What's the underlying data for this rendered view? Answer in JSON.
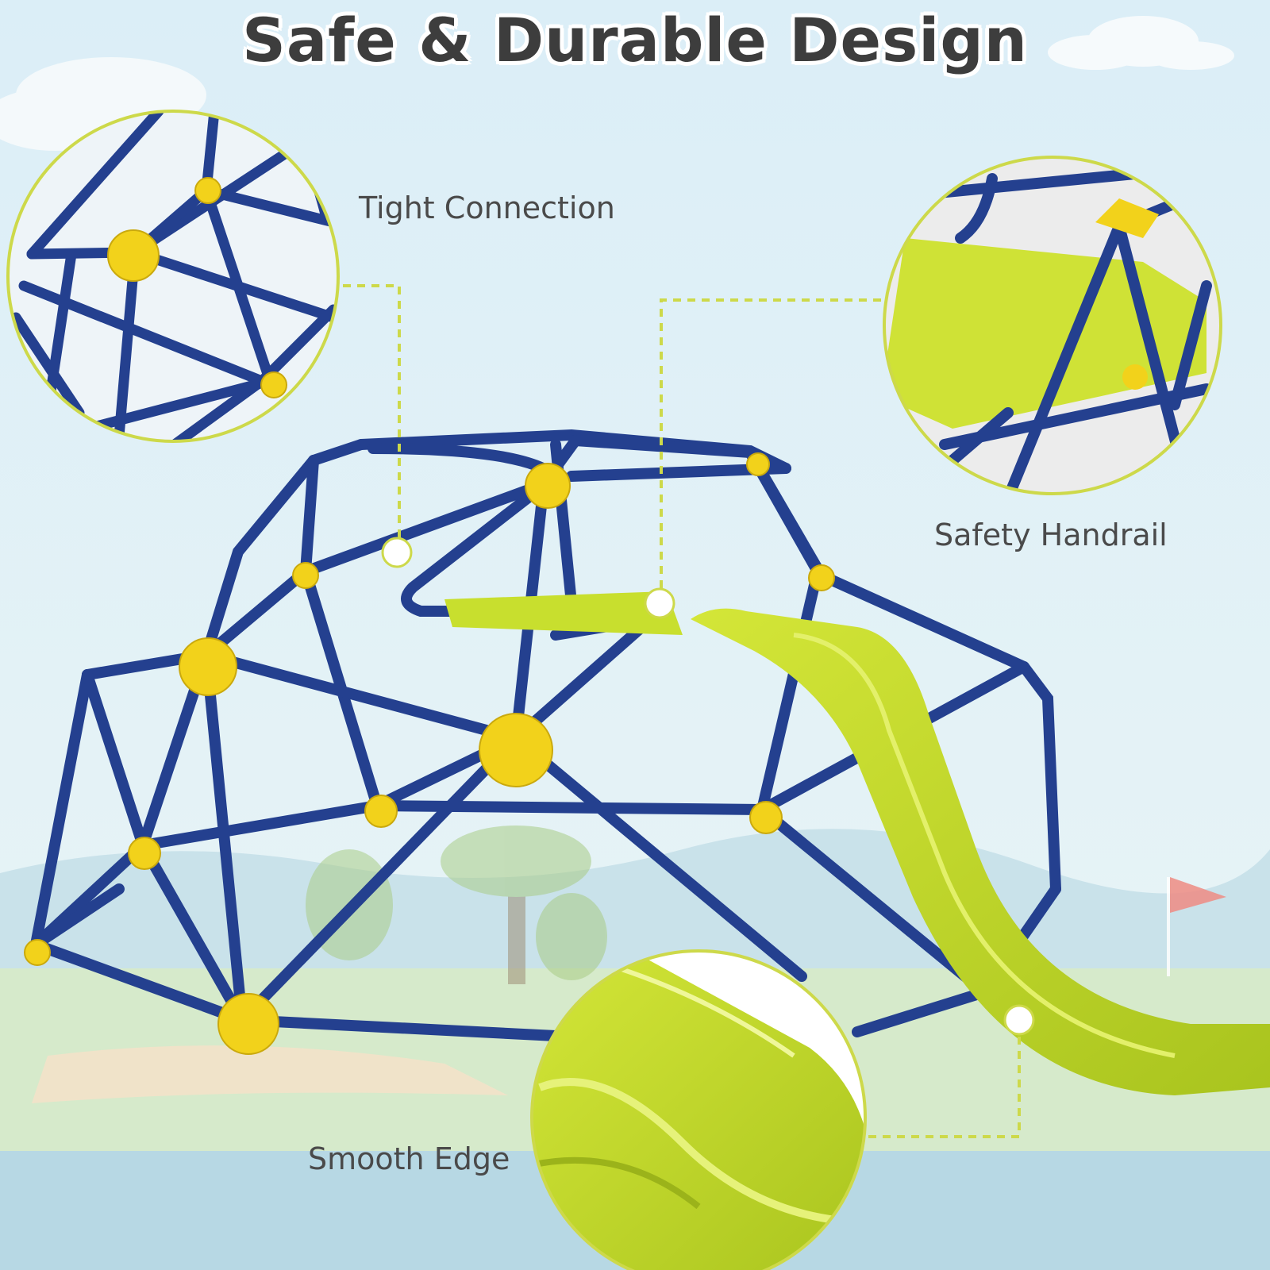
{
  "heading": "Safe & Durable Design",
  "callouts": [
    {
      "label": "Tight Connection",
      "icon": "joint-closeup"
    },
    {
      "label": "Safety Handrail",
      "icon": "handrail-closeup"
    },
    {
      "label": "Smooth Edge",
      "icon": "slide-edge-closeup"
    }
  ],
  "colors": {
    "frame": "#24408f",
    "joint": "#f2d21b",
    "slide": "#c4dc2a",
    "callout_line": "#cdd94a",
    "sky": "#d8ecf4",
    "grass": "#cfe6c9",
    "water": "#b6d8e6",
    "text": "#3d3d3d"
  }
}
